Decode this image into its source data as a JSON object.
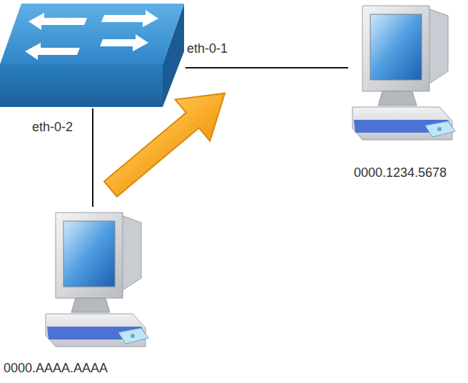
{
  "diagram": {
    "nodes": [
      {
        "text": [
          "eth-0-1",
          "eth-0-2"
        ]
      },
      {
        "text": [
          "0000.1234.5678"
        ]
      },
      {
        "text": [
          "0000.AAAA.AAAA"
        ]
      }
    ],
    "edges": [
      {
        "from": 0,
        "to": 1,
        "arrow": "none"
      },
      {
        "from": 0,
        "to": 2,
        "arrow": "none"
      }
    ]
  }
}
